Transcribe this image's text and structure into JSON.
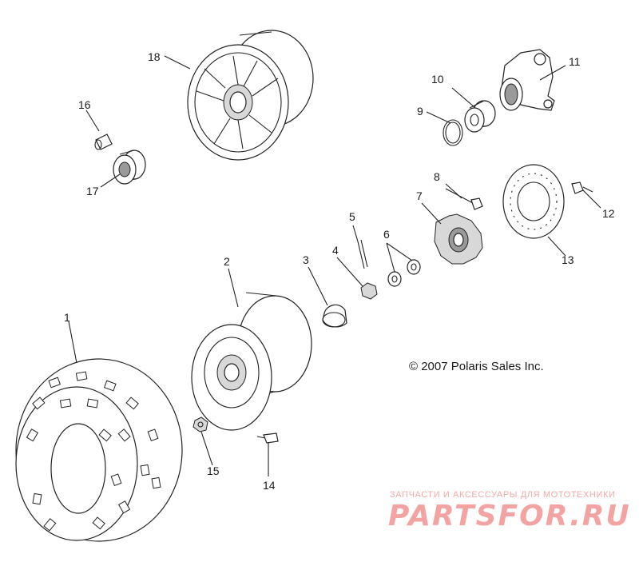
{
  "copyright": "© 2007 Polaris Sales Inc.",
  "watermark": {
    "caption": "ЗАПЧАСТИ И АКСЕССУАРЫ ДЛЯ МОТОТЕХНИКИ",
    "logo": "PARTSFOR.RU"
  },
  "callouts": [
    {
      "id": "1",
      "label": "1"
    },
    {
      "id": "2",
      "label": "2"
    },
    {
      "id": "3",
      "label": "3"
    },
    {
      "id": "4",
      "label": "4"
    },
    {
      "id": "5",
      "label": "5"
    },
    {
      "id": "6",
      "label": "6"
    },
    {
      "id": "7",
      "label": "7"
    },
    {
      "id": "8",
      "label": "8"
    },
    {
      "id": "9",
      "label": "9"
    },
    {
      "id": "10",
      "label": "10"
    },
    {
      "id": "11",
      "label": "11"
    },
    {
      "id": "12",
      "label": "12"
    },
    {
      "id": "13",
      "label": "13"
    },
    {
      "id": "14",
      "label": "14"
    },
    {
      "id": "15",
      "label": "15"
    },
    {
      "id": "16",
      "label": "16"
    },
    {
      "id": "17",
      "label": "17"
    },
    {
      "id": "18",
      "label": "18"
    }
  ]
}
